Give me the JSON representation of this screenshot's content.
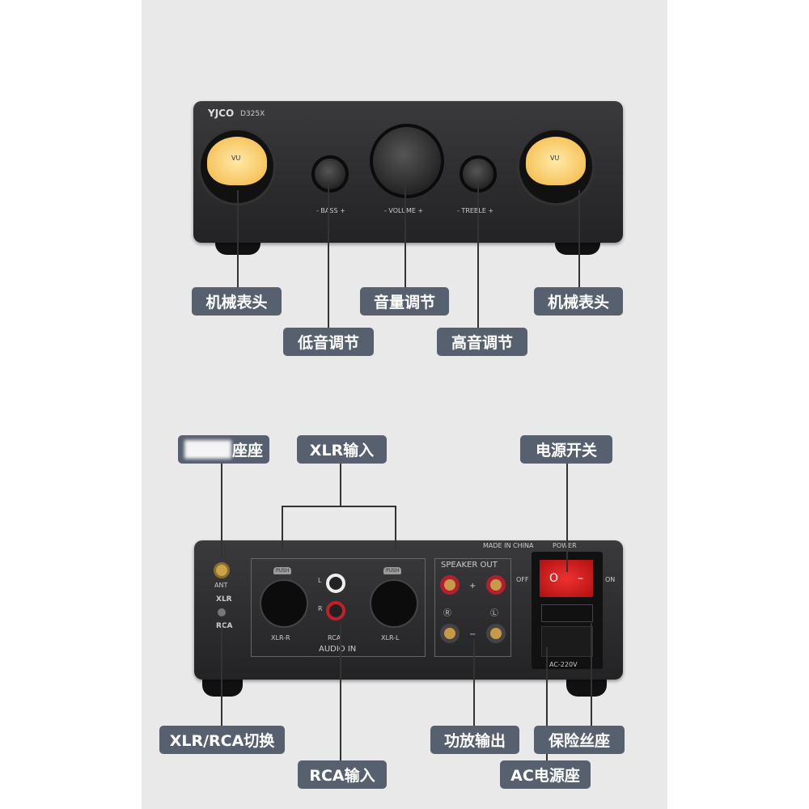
{
  "front": {
    "brand": "YJCO",
    "model": "D325X",
    "meter_label": "VU",
    "bass": "- BASS +",
    "volume": "- VOLUME +",
    "treble": "- TREBLE +"
  },
  "front_tags": {
    "meter_left": "机械表头",
    "bass": "低音调节",
    "volume": "音量调节",
    "treble": "高音调节",
    "meter_right": "机械表头"
  },
  "back": {
    "made_in": "MADE IN CHINA",
    "power": "POWER",
    "off": "OFF",
    "on": "ON",
    "ant": "ANT",
    "xlr": "XLR",
    "rca": "RCA",
    "xlr_r": "XLR-R",
    "rca_in": "RCA",
    "xlr_l": "XLR-L",
    "audio_in": "AUDIO IN",
    "speaker_out": "SPEAKER OUT",
    "ch_l": "L",
    "ch_r": "R",
    "ac": "AC-220V",
    "plus": "+",
    "minus": "−",
    "rl": "Ⓡ",
    "ll": "Ⓛ",
    "push": "PUSH"
  },
  "back_tags": {
    "antenna": "座座",
    "xlr_in": "XLR输入",
    "power_switch": "电源开关",
    "switch": "XLR/RCA切换",
    "rca_in": "RCA输入",
    "amp_out": "功放输出",
    "ac_socket": "AC电源座",
    "fuse": "保险丝座"
  }
}
